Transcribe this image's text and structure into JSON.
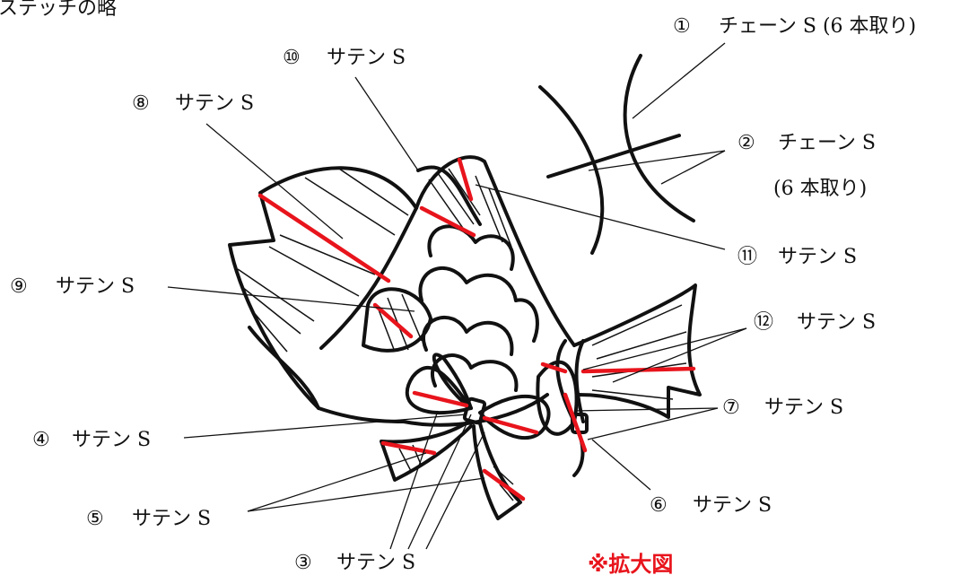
{
  "header_text": "ステッチの略",
  "enlarged_note": "※拡大図",
  "colors": {
    "outline": "#111111",
    "accent": "#e8141c"
  },
  "callouts": {
    "c1": {
      "number": "①",
      "name": "チェーン S (6 本取り)"
    },
    "c2": {
      "number": "②",
      "name": "チェーン S",
      "sub": "(6 本取り)"
    },
    "c3": {
      "number": "③",
      "name": "サテン S"
    },
    "c4": {
      "number": "④",
      "name": "サテン S"
    },
    "c5": {
      "number": "⑤",
      "name": "サテン S"
    },
    "c6": {
      "number": "⑥",
      "name": "サテン S"
    },
    "c7": {
      "number": "⑦",
      "name": "サテン S"
    },
    "c8": {
      "number": "⑧",
      "name": "サテン S"
    },
    "c9": {
      "number": "⑨",
      "name": "サテン S"
    },
    "c10": {
      "number": "⑩",
      "name": "サテン S"
    },
    "c11": {
      "number": "⑪",
      "name": "サテン S"
    },
    "c12": {
      "number": "⑫",
      "name": "サテン S"
    }
  }
}
